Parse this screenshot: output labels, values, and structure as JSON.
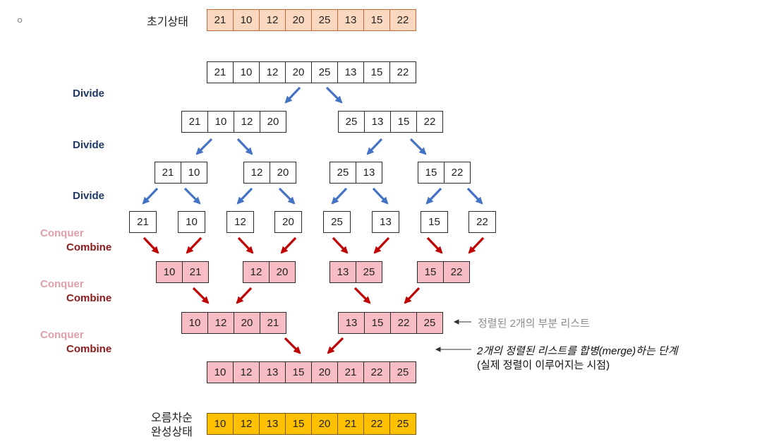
{
  "bullet": "○",
  "initial": {
    "label": "초기상태",
    "values": [
      "21",
      "10",
      "12",
      "20",
      "25",
      "13",
      "15",
      "22"
    ]
  },
  "level0": {
    "values": [
      "21",
      "10",
      "12",
      "20",
      "25",
      "13",
      "15",
      "22"
    ]
  },
  "level1": {
    "groups": [
      [
        "21",
        "10",
        "12",
        "20"
      ],
      [
        "25",
        "13",
        "15",
        "22"
      ]
    ]
  },
  "level2": {
    "groups": [
      [
        "21",
        "10"
      ],
      [
        "12",
        "20"
      ],
      [
        "25",
        "13"
      ],
      [
        "15",
        "22"
      ]
    ]
  },
  "level3": {
    "singles": [
      "21",
      "10",
      "12",
      "20",
      "25",
      "13",
      "15",
      "22"
    ]
  },
  "merge1": {
    "groups": [
      [
        "10",
        "21"
      ],
      [
        "12",
        "20"
      ],
      [
        "13",
        "25"
      ],
      [
        "15",
        "22"
      ]
    ]
  },
  "merge2": {
    "groups": [
      [
        "10",
        "12",
        "20",
        "21"
      ],
      [
        "13",
        "15",
        "22",
        "25"
      ]
    ]
  },
  "merge3": {
    "values": [
      "10",
      "12",
      "13",
      "15",
      "20",
      "21",
      "22",
      "25"
    ]
  },
  "final": {
    "label_line1": "오름차순",
    "label_line2": "완성상태",
    "values": [
      "10",
      "12",
      "13",
      "15",
      "20",
      "21",
      "22",
      "25"
    ]
  },
  "labels": {
    "divide": "Divide",
    "conquer": "Conquer",
    "combine": "Combine"
  },
  "notes": {
    "partial_lists": "정렬된 2개의 부분 리스트",
    "merge_step": "2개의 정렬된 리스트를 합병(merge)하는 단계",
    "merge_step_sub": "(실제 정렬이 이루어지는 시점)"
  },
  "colors": {
    "divide_arrow": "#4472c4",
    "combine_arrow": "#c00000",
    "pink": "#f8bcc4",
    "gold": "#ffc000",
    "peach": "#fad8c0"
  }
}
